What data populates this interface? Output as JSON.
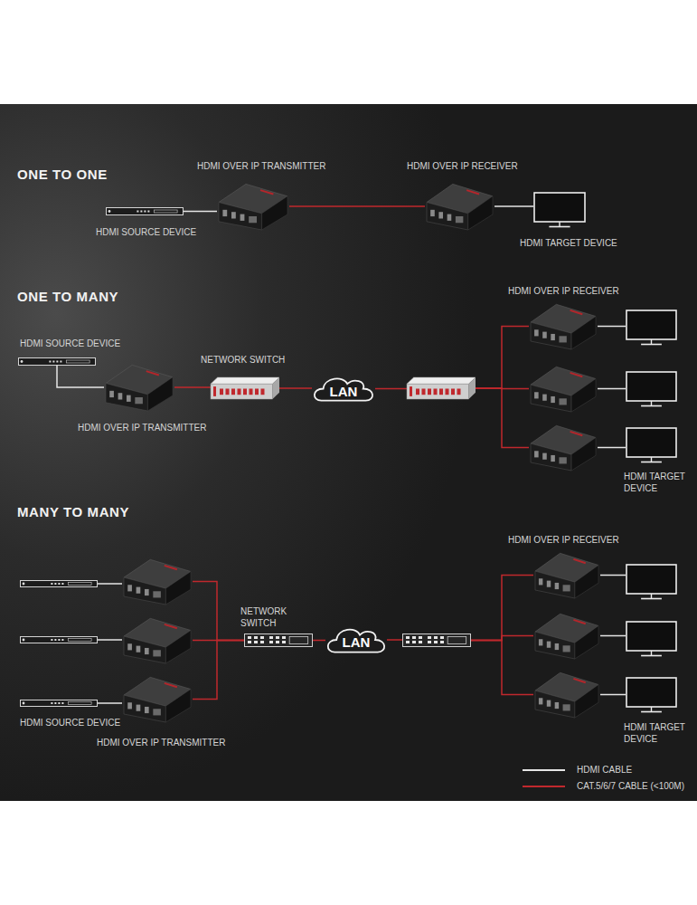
{
  "diagram": {
    "nodes": [
      {
        "text": [
          "HDMI SOURCE DEVICE"
        ]
      },
      {
        "text": [
          "HDMI OVER IP TRANSMITTER"
        ]
      },
      {
        "text": [
          "HDMI OVER IP RECEIVER"
        ]
      },
      {
        "text": [
          "HDMI TARGET DEVICE"
        ]
      },
      {
        "text": [
          "HDMI SOURCE DEVICE"
        ]
      },
      {
        "text": [
          "HDMI OVER IP TRANSMITTER"
        ]
      },
      {
        "text": [
          "NETWORK SWITCH"
        ]
      },
      {
        "text": [
          "LAN"
        ]
      },
      {
        "text": []
      },
      {
        "text": [
          "HDMI OVER IP RECEIVER"
        ]
      },
      {
        "text": []
      },
      {
        "text": []
      },
      {
        "text": []
      },
      {
        "text": []
      },
      {
        "text": [
          "HDMI TARGET DEVICE"
        ]
      },
      {
        "text": []
      },
      {
        "text": []
      },
      {
        "text": []
      },
      {
        "text": []
      },
      {
        "text": [
          "HDMI SOURCE DEVICE"
        ]
      },
      {
        "text": [
          "HDMI OVER IP TRANSMITTER"
        ]
      },
      {
        "text": [
          "NETWORK SWITCH"
        ]
      },
      {
        "text": [
          "LAN"
        ]
      },
      {
        "text": []
      },
      {
        "text": [
          "HDMI OVER IP RECEIVER"
        ]
      },
      {
        "text": []
      },
      {
        "text": []
      },
      {
        "text": []
      },
      {
        "text": []
      },
      {
        "text": [
          "HDMI TARGET DEVICE"
        ]
      }
    ],
    "edges": [
      {
        "from": 0,
        "to": 1,
        "arrow": "none"
      },
      {
        "from": 1,
        "to": 2,
        "arrow": "none"
      },
      {
        "from": 2,
        "to": 3,
        "arrow": "none"
      },
      {
        "from": 4,
        "to": 5,
        "arrow": "none"
      },
      {
        "from": 5,
        "to": 6,
        "arrow": "none"
      },
      {
        "from": 6,
        "to": 7,
        "arrow": "none"
      },
      {
        "from": 7,
        "to": 8,
        "arrow": "none"
      },
      {
        "from": 8,
        "to": 9,
        "arrow": "none"
      },
      {
        "from": 8,
        "to": 10,
        "arrow": "none"
      },
      {
        "from": 8,
        "to": 11,
        "arrow": "none"
      },
      {
        "from": 9,
        "to": 12,
        "arrow": "none"
      },
      {
        "from": 10,
        "to": 13,
        "arrow": "none"
      },
      {
        "from": 11,
        "to": 14,
        "arrow": "none"
      },
      {
        "from": 15,
        "to": 16,
        "arrow": "none"
      },
      {
        "from": 17,
        "to": 18,
        "arrow": "none"
      },
      {
        "from": 19,
        "to": 20,
        "arrow": "none"
      },
      {
        "from": 16,
        "to": 21,
        "arrow": "none"
      },
      {
        "from": 18,
        "to": 21,
        "arrow": "none"
      },
      {
        "from": 20,
        "to": 21,
        "arrow": "none"
      },
      {
        "from": 21,
        "to": 22,
        "arrow": "none"
      },
      {
        "from": 22,
        "to": 23,
        "arrow": "none"
      },
      {
        "from": 23,
        "to": 24,
        "arrow": "none"
      },
      {
        "from": 23,
        "to": 25,
        "arrow": "none"
      },
      {
        "from": 23,
        "to": 26,
        "arrow": "none"
      },
      {
        "from": 24,
        "to": 27,
        "arrow": "none"
      },
      {
        "from": 25,
        "to": 28,
        "arrow": "none"
      },
      {
        "from": 26,
        "to": 29,
        "arrow": "none"
      }
    ],
    "labels": [
      "ONE TO ONE",
      "ONE TO MANY",
      "MANY TO MANY"
    ],
    "legend": [
      {
        "text": "HDMI CABLE"
      },
      {
        "text": "CAT.5/6/7 CABLE (<100M)"
      }
    ]
  }
}
